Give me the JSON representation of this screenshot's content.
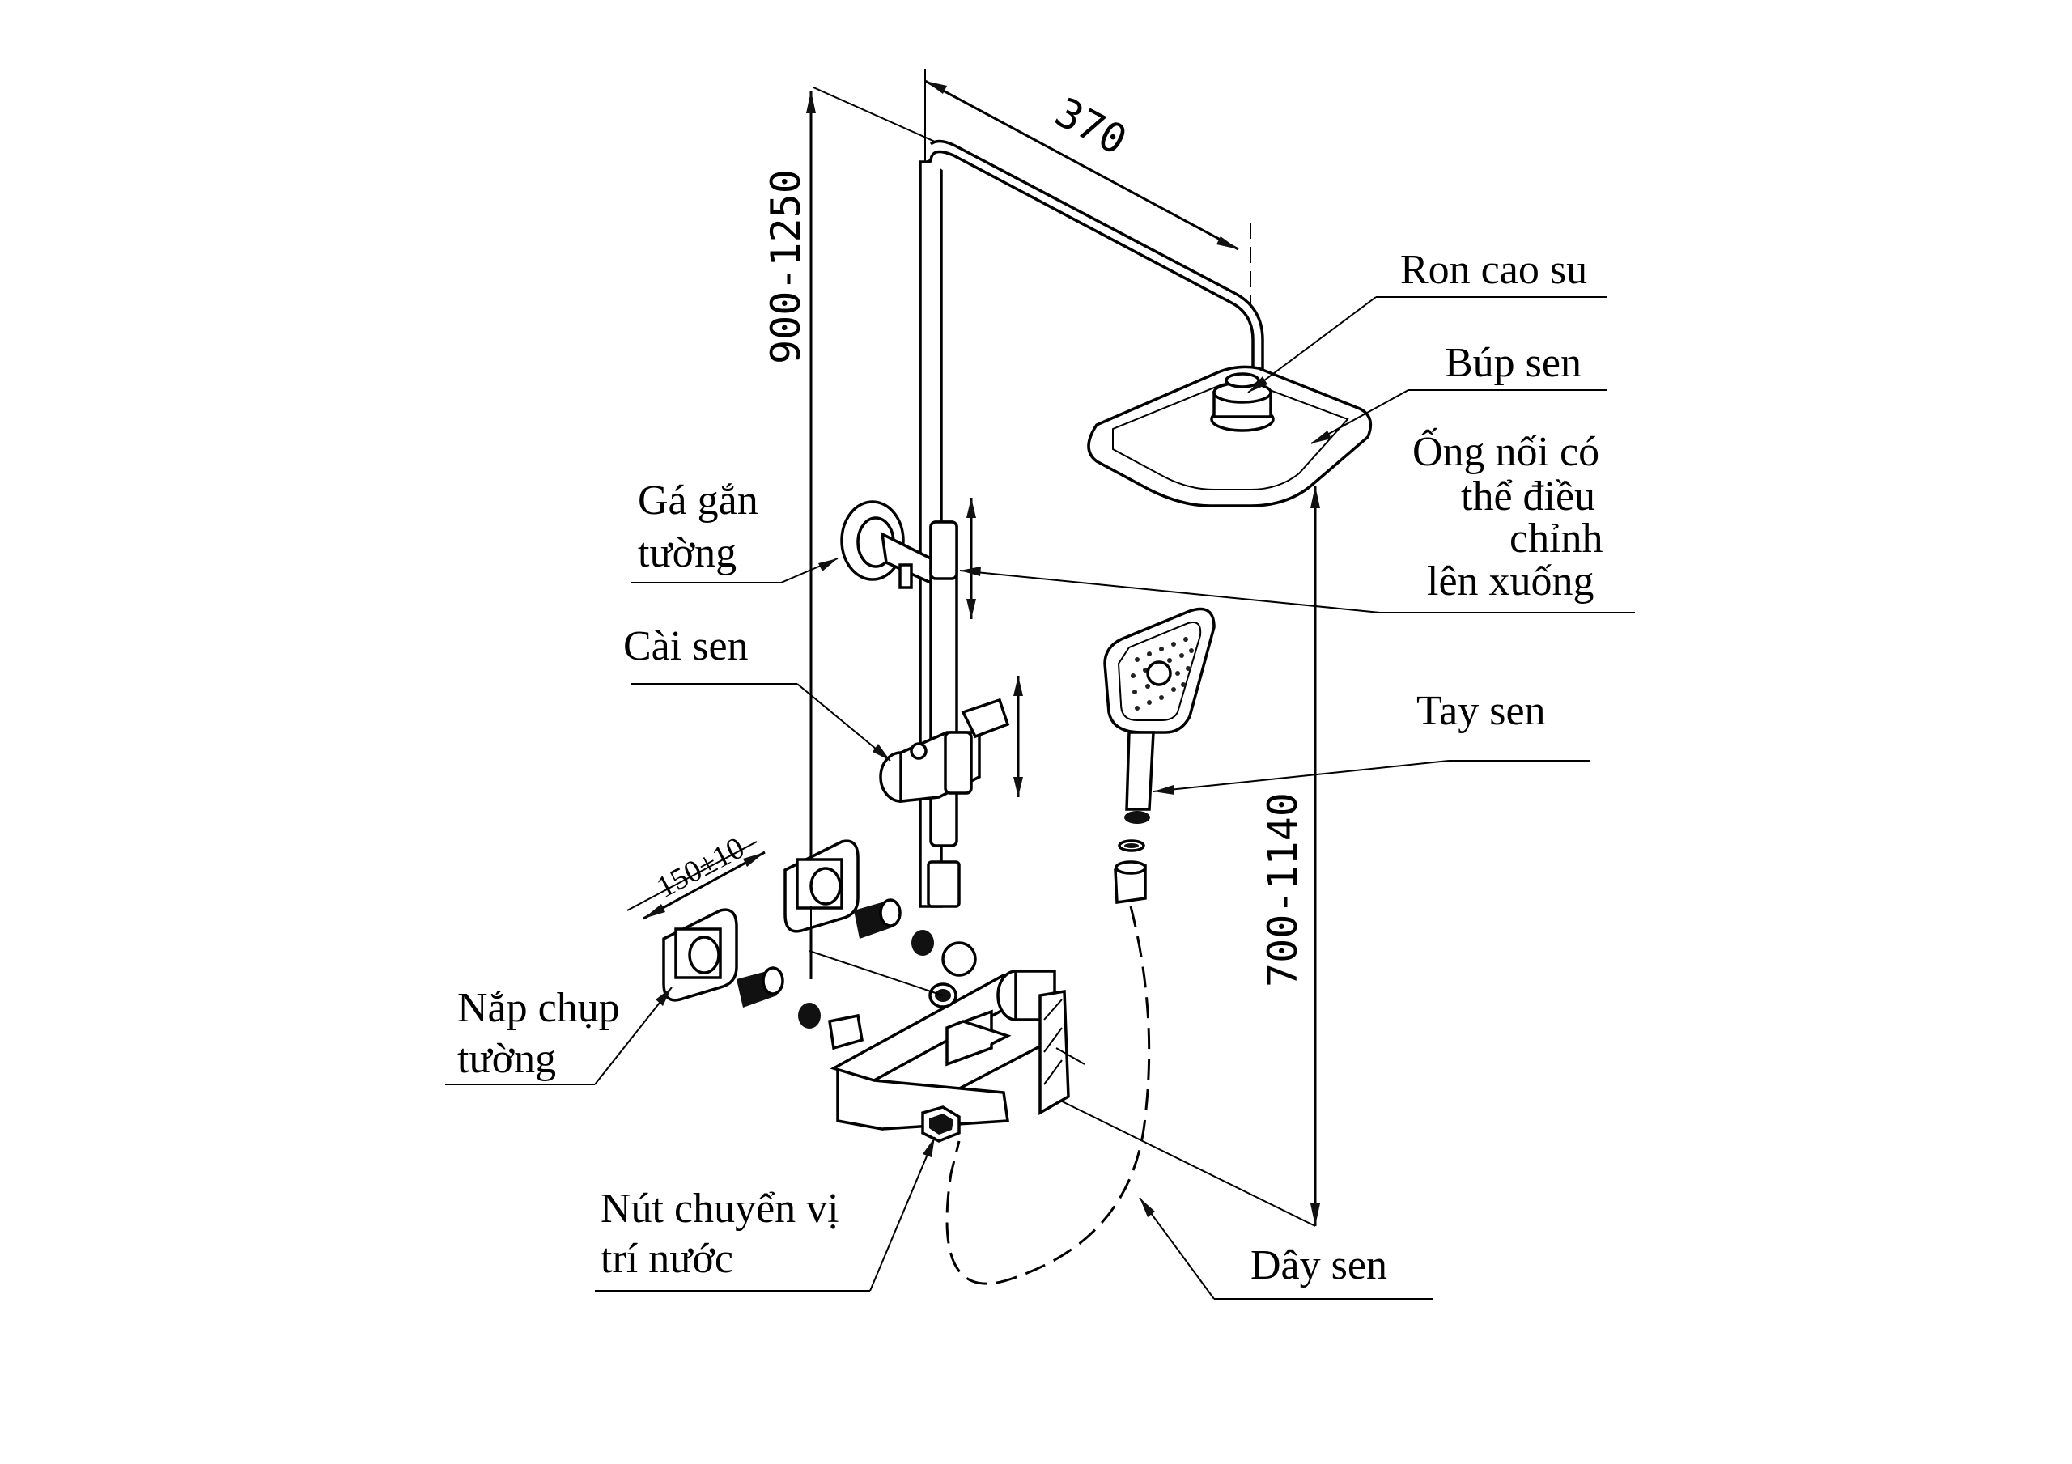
{
  "labels": {
    "ron_cao_su": "Ron cao su",
    "bup_sen": "Búp sen",
    "ong_noi_1": "Ống nối có",
    "ong_noi_2": "thể điều",
    "ong_noi_3": "chỉnh",
    "ong_noi_4": "lên xuống",
    "ga_gan_1": "Gá gắn",
    "ga_gan_2": "tường",
    "cai_sen": "Cài sen",
    "tay_sen": "Tay sen",
    "nap_chup_1": "Nắp chụp",
    "nap_chup_2": "tường",
    "nut_chuyen_1": "Nút chuyển vị",
    "nut_chuyen_2": "trí nước",
    "day_sen": "Dây sen"
  },
  "dimensions": {
    "arm_length": "370",
    "height_total": "900-1250",
    "height_head": "700-1140",
    "inlet_spacing": "150±10"
  },
  "colors": {
    "line": "#000000",
    "background": "#ffffff"
  }
}
